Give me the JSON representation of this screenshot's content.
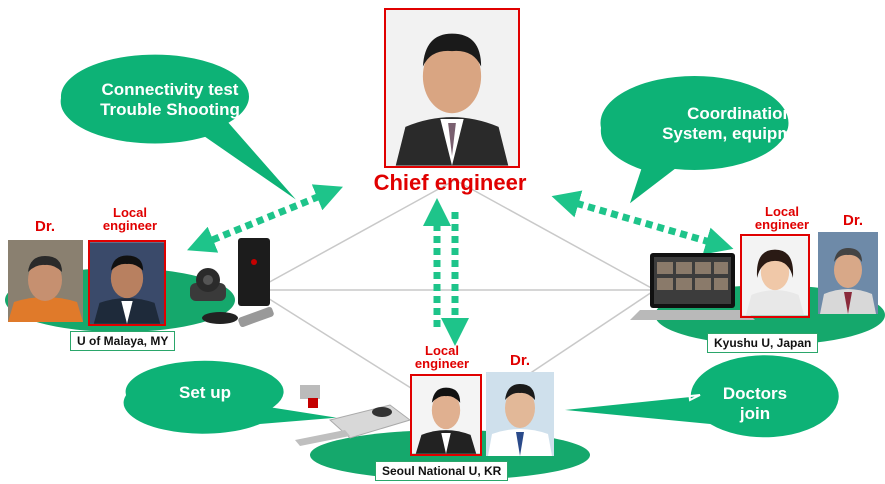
{
  "center": {
    "title": "Chief engineer",
    "photo_icon": "chief-engineer-portrait"
  },
  "bubbles": {
    "connectivity": {
      "line1": "Connectivity test",
      "line2": "Trouble Shooting"
    },
    "coordination": {
      "line1": "Coordination",
      "line2": "System, equipment"
    },
    "setup": {
      "text": "Set up"
    },
    "doctors": {
      "line1": "Doctors",
      "line2": "join"
    }
  },
  "sites": {
    "malaya": {
      "label": "U of Malaya, MY",
      "dr": "Dr.",
      "local_1": "Local",
      "local_2": "engineer"
    },
    "kyushu": {
      "label": "Kyushu U, Japan",
      "dr": "Dr.",
      "local_1": "Local",
      "local_2": "engineer"
    },
    "seoul": {
      "label": "Seoul National U, KR",
      "dr": "Dr.",
      "local_1": "Local",
      "local_2": "engineer"
    }
  },
  "colors": {
    "bubble": "#0db276",
    "arrow": "#1ec48a",
    "accent_red": "#e00000",
    "ellipse": "#15a86c"
  }
}
